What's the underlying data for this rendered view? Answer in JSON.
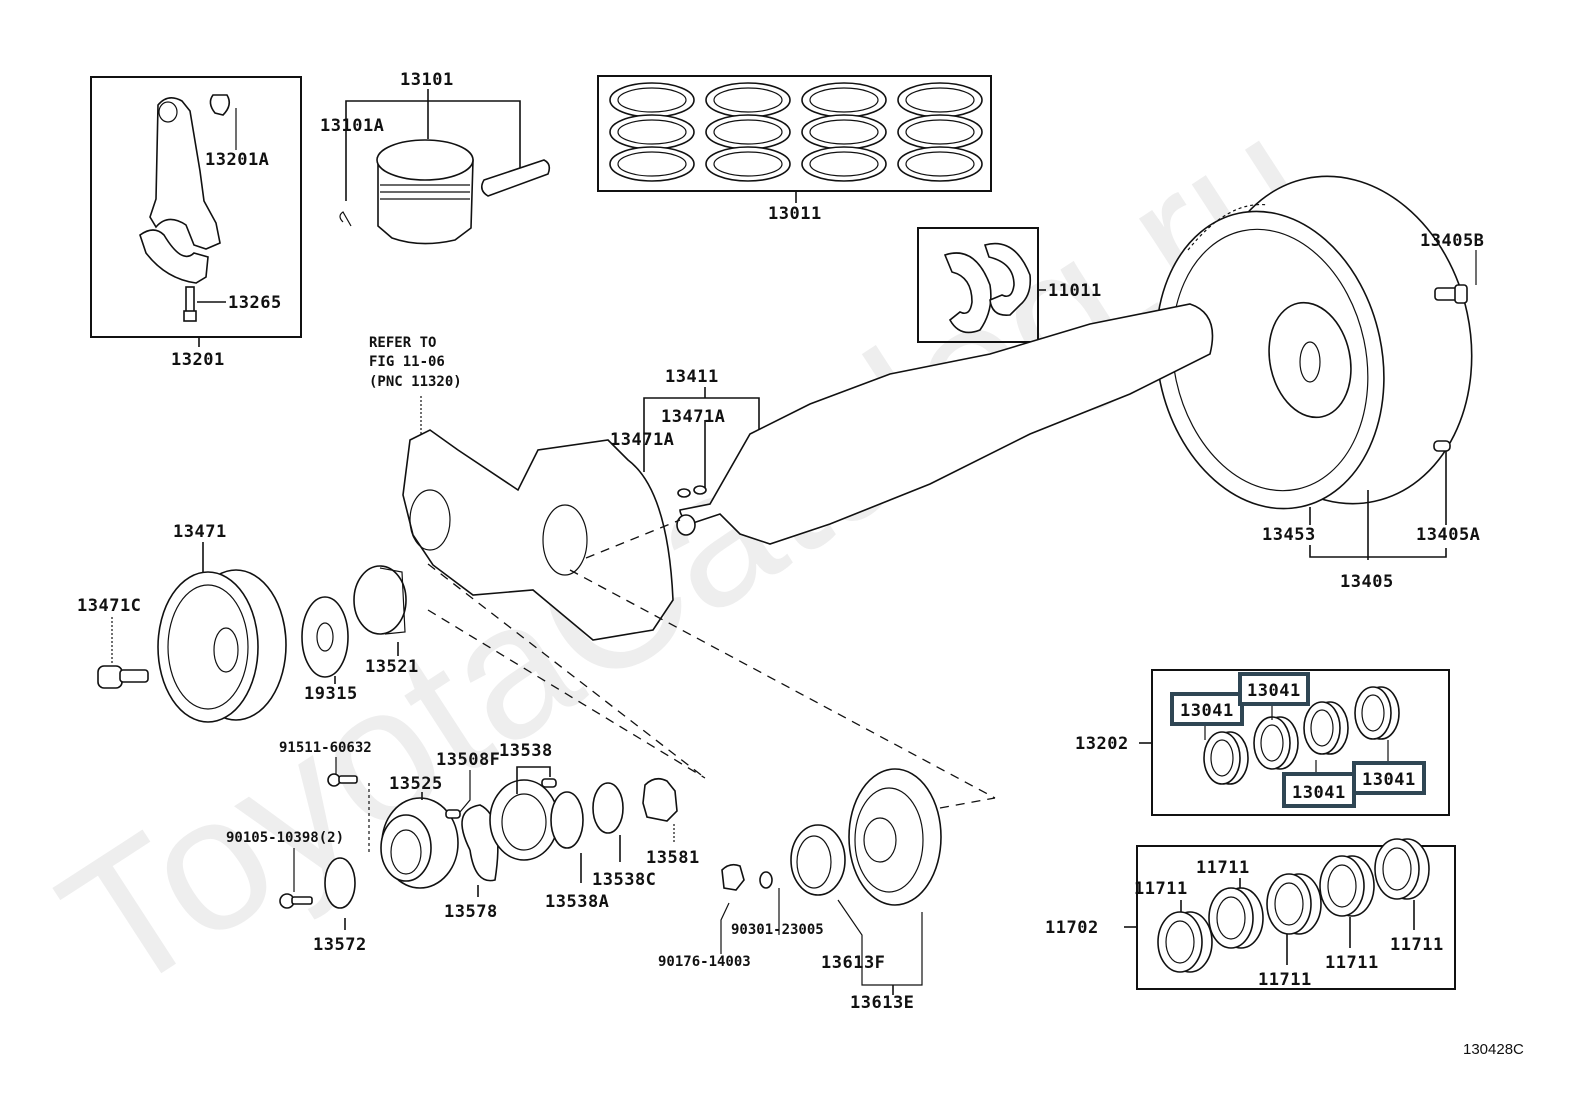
{
  "watermark": "ToyotaCatalog.ru",
  "figure_code": "130428C",
  "highlight_color": "#2f4654",
  "reference_note": {
    "line1": "REFER TO",
    "line2": "FIG 11-06",
    "line3": "(PNC 11320)"
  },
  "labels": {
    "connecting_rod_assy": "13201",
    "connecting_rod_bushing": "13201A",
    "connecting_rod_bolt": "13265",
    "piston_sub_assy": "13101",
    "piston_pin_hole_snap_ring": "13101A",
    "piston_ring_set": "13011",
    "crankshaft_thrust_washer_set": "11011",
    "flywheel_bolt": "13405B",
    "crankshaft": "13411",
    "crankshaft_key_upper": "13471A",
    "crankshaft_key_left": "13471A",
    "flywheel_ring_gear": "13453",
    "flywheel_pin": "13405A",
    "flywheel_sub_assy": "13405",
    "crankshaft_pulley": "13471",
    "crankshaft_pulley_bolt": "13471C",
    "crankshaft_position_sensor_plate": "19315",
    "crankshaft_timing_gear": "13521",
    "bolt_91511": "91511-60632",
    "bolt_90105": "90105-10398(2)",
    "camshaft_timing_gear": "13525",
    "knock_pin": "13508F",
    "balance_shaft_drive_gear": "13538",
    "snap_ring_13578": "13578",
    "plate_13572": "13572",
    "gasket_13538A": "13538A",
    "ring_13538C": "13538C",
    "shaft_13581": "13581",
    "plug_90176": "90176-14003",
    "gasket_90301": "90301-23005",
    "bearing_13613F": "13613F",
    "balance_gear_assy": "13613E",
    "conn_rod_bearing_set": "13202",
    "conn_rod_bearing": [
      "13041",
      "13041",
      "13041",
      "13041"
    ],
    "main_bearing_set": "11702",
    "main_bearing": [
      "11711",
      "11711",
      "11711",
      "11711",
      "11711"
    ]
  }
}
